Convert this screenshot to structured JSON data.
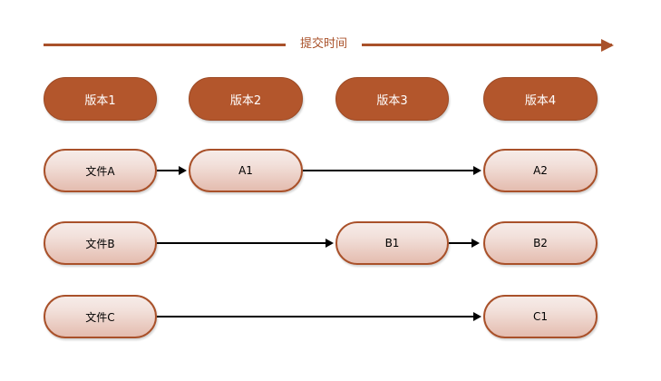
{
  "diagram": {
    "title_text": "",
    "background": "#ffffff",
    "accent_color": "#a9512a",
    "version_fill": "#b3562c",
    "node_border": "#a9512a",
    "arrow_color": "#000000",
    "timeline": {
      "label": "提交时间",
      "arrow_direction": "right"
    },
    "versions": [
      {
        "label": "版本1"
      },
      {
        "label": "版本2"
      },
      {
        "label": "版本3"
      },
      {
        "label": "版本4"
      }
    ],
    "rows": [
      {
        "name": "row-a",
        "nodes": [
          {
            "label": "文件A",
            "column": 1
          },
          {
            "label": "A1",
            "column": 2
          },
          {
            "label": "A2",
            "column": 4
          }
        ]
      },
      {
        "name": "row-b",
        "nodes": [
          {
            "label": "文件B",
            "column": 1
          },
          {
            "label": "B1",
            "column": 3
          },
          {
            "label": "B2",
            "column": 4
          }
        ]
      },
      {
        "name": "row-c",
        "nodes": [
          {
            "label": "文件C",
            "column": 1
          },
          {
            "label": "C1",
            "column": 4
          }
        ]
      }
    ]
  }
}
